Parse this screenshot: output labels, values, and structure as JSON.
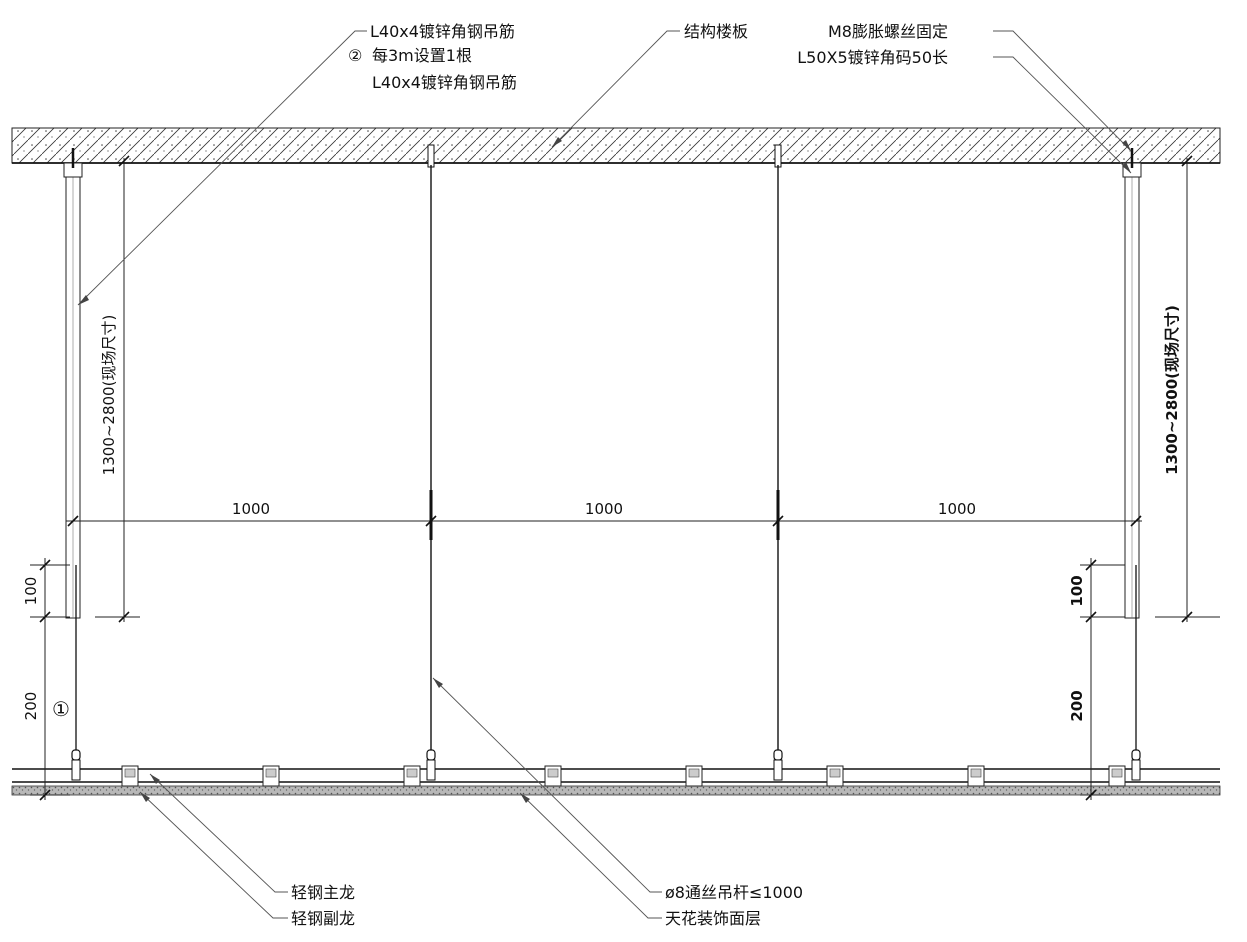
{
  "labels": {
    "l40_top": "L40x4镀锌角钢吊筋",
    "marker_two": "②",
    "every_3m": "每3m设置1根",
    "l40_bottom": "L40x4镀锌角钢吊筋",
    "slab": "结构楼板",
    "m8": "M8膨胀螺丝固定",
    "l50": "L50X5镀锌角码50长",
    "main_keel": "轻钢主龙",
    "sub_keel": "轻钢副龙",
    "rod": "ø8通丝吊杆≤1000",
    "finish": "天花装饰面层",
    "marker_one": "①"
  },
  "dimensions": {
    "span_1": "1000",
    "span_2": "1000",
    "span_3": "1000",
    "height_left": "1300~2800(现场尺寸)",
    "height_right": "1300~2800(现场尺寸)",
    "left_100": "100",
    "left_200": "200",
    "right_100": "100",
    "right_200": "200"
  }
}
